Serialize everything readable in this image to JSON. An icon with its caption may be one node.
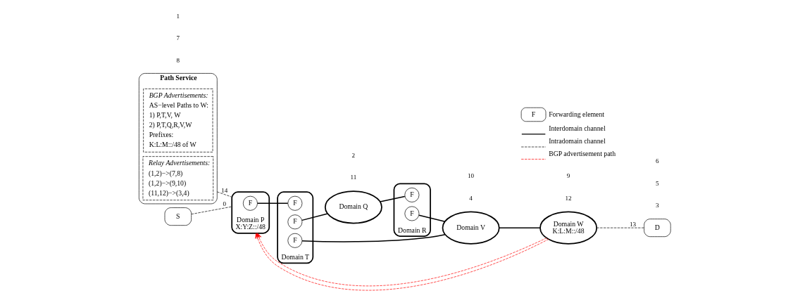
{
  "diagram": {
    "nodes": [
      {
        "text": [
          "Path Service"
        ]
      },
      {
        "text": [
          "BGP Advertisements:",
          "AS−level Paths to W:",
          "1) P,T,V, W",
          "2) P,T,Q,R,V,W",
          "Prefixes:",
          "K:L:M::/48 of W"
        ],
        "in": 0
      },
      {
        "text": [
          "Relay Advertisements:",
          "(1,2)−>(7,8)",
          "(1,2)−>(9,10)",
          "(11,12)−>(3,4)"
        ],
        "in": 0
      },
      {
        "text": [
          "S"
        ]
      },
      {
        "text": [
          "Domain P",
          "X:Y:Z::/48"
        ]
      },
      {
        "text": [
          "F"
        ],
        "in": 4
      },
      {
        "text": [
          "Domain T"
        ]
      },
      {
        "text": [
          "F"
        ],
        "in": 6
      },
      {
        "text": [
          "F"
        ],
        "in": 6
      },
      {
        "text": [
          "F"
        ],
        "in": 6
      },
      {
        "text": [
          "Domain Q"
        ]
      },
      {
        "text": [
          "Domain R"
        ]
      },
      {
        "text": [
          "F"
        ],
        "in": 11
      },
      {
        "text": [
          "F"
        ],
        "in": 11
      },
      {
        "text": [
          "Domain V"
        ]
      },
      {
        "text": [
          "Domain W",
          "K:L:M::/48"
        ]
      },
      {
        "text": [
          "D"
        ]
      }
    ],
    "edges": [
      {
        "from": 0,
        "to": 4,
        "arrow": "none",
        "style": "dashed",
        "label": "14"
      },
      {
        "from": 3,
        "to": 4,
        "arrow": "none",
        "style": "dashed",
        "label": "0"
      },
      {
        "from": 5,
        "to": 7,
        "arrow": "none"
      },
      {
        "from": 8,
        "to": 10,
        "arrow": "none"
      },
      {
        "from": 9,
        "to": 14,
        "arrow": "none"
      },
      {
        "from": 10,
        "to": 12,
        "arrow": "none"
      },
      {
        "from": 13,
        "to": 14,
        "arrow": "none"
      },
      {
        "from": 14,
        "to": 15,
        "arrow": "none"
      },
      {
        "from": 15,
        "to": 16,
        "arrow": "none",
        "style": "dashed",
        "label": "13"
      },
      {
        "from": 15,
        "to": 4,
        "arrow": "to",
        "style": "dashed",
        "color": "#ff0000"
      },
      {
        "from": 15,
        "to": 4,
        "arrow": "to",
        "style": "dashed",
        "color": "#ff0000"
      }
    ],
    "labels": [
      "11",
      "12",
      "8",
      "3",
      "7",
      "4",
      "1",
      "2",
      "9",
      "10",
      "5",
      "6",
      "F"
    ],
    "legend": [
      {
        "text": "Forwarding element"
      },
      {
        "text": "Interdomain channel"
      },
      {
        "text": "Intradomain channel"
      },
      {
        "text": "BGP advertisement path"
      }
    ]
  }
}
